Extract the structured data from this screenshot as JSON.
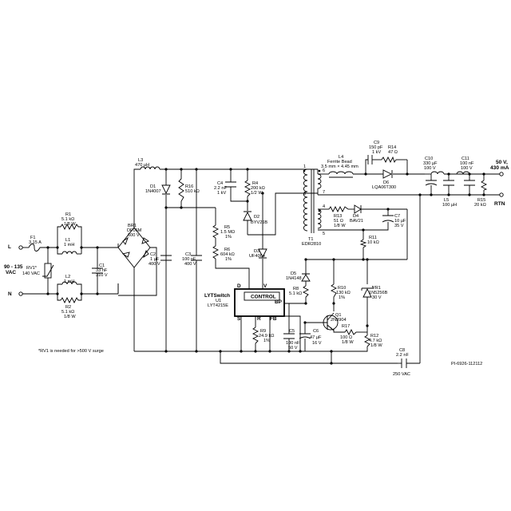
{
  "terminals": {
    "line": "L",
    "neutral": "N",
    "input_range": "90 - 135",
    "input_unit": "VAC",
    "out_voltage": "50 V,",
    "out_current": "430 mA",
    "rtn": "RTN"
  },
  "components": {
    "F1": [
      "F1",
      "3.15 A"
    ],
    "RV1": [
      "RV1*",
      "140 VAC"
    ],
    "R1": [
      "R1",
      "5.1 kΩ",
      "1/8 W"
    ],
    "L1": [
      "L1",
      "1 mH"
    ],
    "L2": [
      "L2",
      "1 mH"
    ],
    "R2": [
      "R2",
      "5.1 kΩ",
      "1/8 W"
    ],
    "C1": [
      "C1",
      "33 nF",
      "310 V"
    ],
    "BR1": [
      "BR1",
      "DF06M",
      "600 V"
    ],
    "L3": [
      "L3",
      "470 µH"
    ],
    "D1": [
      "D1",
      "1N4007"
    ],
    "R16": [
      "R16",
      "510 kΩ"
    ],
    "C2": [
      "C2",
      "1 µF",
      "400 V"
    ],
    "C3": [
      "C3",
      "100 nF",
      "400 V"
    ],
    "C4": [
      "C4",
      "2.2 nF",
      "1 kV"
    ],
    "R4": [
      "R4",
      "200 kΩ",
      "1/2 W"
    ],
    "D2": [
      "D2",
      "BYV26B"
    ],
    "R5": [
      "R5",
      "1.5 MΩ",
      "1%"
    ],
    "R6": [
      "R6",
      "604 kΩ",
      "1%"
    ],
    "D3": [
      "D3",
      "UF4004"
    ],
    "T1": [
      "T1",
      "EDR2810"
    ],
    "L4": [
      "L4",
      "Ferrite Bead",
      "3.5 mm × 4.45 mm"
    ],
    "C9": [
      "C9",
      "150 pF",
      "1 kV"
    ],
    "R14": [
      "R14",
      "47 Ω"
    ],
    "D6": [
      "D6",
      "LQA06T300"
    ],
    "C10": [
      "C10",
      "330 µF",
      "100 V"
    ],
    "C11": [
      "C11",
      "100 nF",
      "100 V"
    ],
    "L5": [
      "L5",
      "100 µH"
    ],
    "R15": [
      "R15",
      "20 kΩ"
    ],
    "R13": [
      "R13",
      "51 Ω",
      "1/8 W"
    ],
    "D4": [
      "D4",
      "BAV21"
    ],
    "C7": [
      "C7",
      "10 µF",
      "35 V"
    ],
    "R11": [
      "R11",
      "10 kΩ"
    ],
    "D5": [
      "D5",
      "1N4148"
    ],
    "R8": [
      "R8",
      "5.1 kΩ"
    ],
    "R10": [
      "R10",
      "130 kΩ",
      "1%"
    ],
    "VR1": [
      "VR1",
      "1N5256B",
      "30 V"
    ],
    "U1": [
      "LYTSwitch",
      "U1",
      "LYT4215E"
    ],
    "R9": [
      "R9",
      "24.9 kΩ",
      "1%"
    ],
    "C5": [
      "C5",
      "100 nF",
      "50 V"
    ],
    "C6": [
      "C6",
      "47 µF",
      "16 V"
    ],
    "Q1": [
      "Q1",
      "2N3904"
    ],
    "R17": [
      "R17",
      "100 Ω",
      "1/8 W"
    ],
    "R12": [
      "R12",
      "4.7 kΩ",
      "1/8 W"
    ],
    "C8": [
      "C8",
      "2.2 nF",
      "250 VAC"
    ]
  },
  "ic": {
    "control_label": "CONTROL",
    "pins": [
      "D",
      "V",
      "BP",
      "S",
      "R",
      "FB"
    ]
  },
  "transformer_pins": [
    "1",
    "3",
    "6",
    "7",
    "4",
    "5"
  ],
  "notes": {
    "surge_note": "*RV1 is needed for >500 V surge",
    "drawing_id": "PI-6926-112112"
  }
}
